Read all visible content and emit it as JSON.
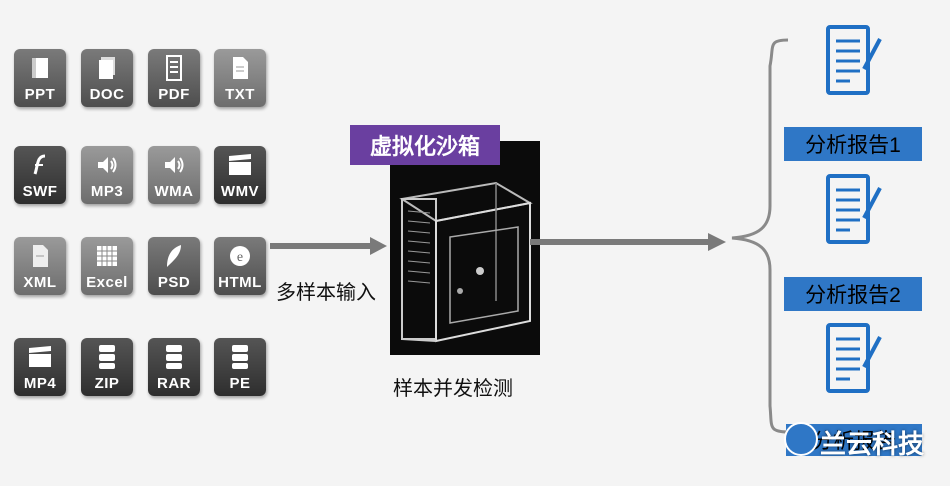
{
  "file_types": [
    {
      "label": "PPT",
      "icon": "ppt-icon",
      "shade": "mid"
    },
    {
      "label": "DOC",
      "icon": "doc-icon",
      "shade": "mid"
    },
    {
      "label": "PDF",
      "icon": "pdf-icon",
      "shade": "mid"
    },
    {
      "label": "TXT",
      "icon": "txt-icon",
      "shade": "light"
    },
    {
      "label": "SWF",
      "icon": "flash-icon",
      "shade": "dark"
    },
    {
      "label": "MP3",
      "icon": "speaker-icon",
      "shade": "light"
    },
    {
      "label": "WMA",
      "icon": "speaker-icon",
      "shade": "light"
    },
    {
      "label": "WMV",
      "icon": "clapper-icon",
      "shade": "dark"
    },
    {
      "label": "XML",
      "icon": "xml-icon",
      "shade": "light"
    },
    {
      "label": "Excel",
      "icon": "spreadsheet-icon",
      "shade": "light"
    },
    {
      "label": "PSD",
      "icon": "feather-icon",
      "shade": "mid"
    },
    {
      "label": "HTML",
      "icon": "browser-icon",
      "shade": "mid"
    },
    {
      "label": "MP4",
      "icon": "clapper-icon",
      "shade": "dark"
    },
    {
      "label": "ZIP",
      "icon": "archive-icon",
      "shade": "dark"
    },
    {
      "label": "RAR",
      "icon": "archive-icon",
      "shade": "dark"
    },
    {
      "label": "PE",
      "icon": "archive-icon",
      "shade": "dark"
    }
  ],
  "input_label": "多样本输入",
  "sandbox": {
    "title": "虚拟化沙箱",
    "caption": "样本并发检测"
  },
  "reports": [
    {
      "label": "分析报告1"
    },
    {
      "label": "分析报告2"
    },
    {
      "label": "分析报告"
    }
  ],
  "watermark": "兰云科技",
  "colors": {
    "sandbox_title_bg": "#6a3fa0",
    "report_bg": "#2f77c6",
    "doc_icon": "#1f6fc4"
  }
}
